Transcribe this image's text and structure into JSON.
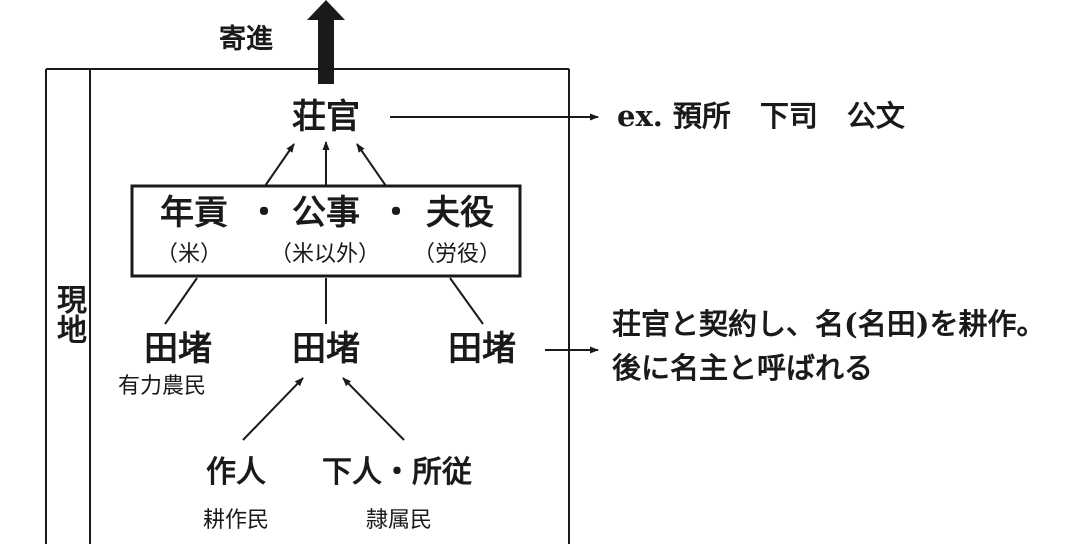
{
  "diagram": {
    "kishin": "寄進",
    "genchi": "現地",
    "shokan": "荘官",
    "shokan_examples": "ex. 預所　下司　公文",
    "burden_main": [
      "年貢",
      "・",
      "公事",
      "・",
      "夫役"
    ],
    "burden_sub": [
      "（米）",
      "（米以外）",
      "（労役）"
    ],
    "tato": "田堵",
    "tato_note": "有力農民",
    "tato_desc_1": "荘官と契約し、名(名田)を耕作。",
    "tato_desc_2": "後に名主と呼ばれる",
    "sakunin": "作人",
    "sakunin_note": "耕作民",
    "genin": "下人・所従",
    "genin_note": "隷属民"
  },
  "colors": {
    "ink": "#1a1a1a",
    "background": "#ffffff"
  }
}
